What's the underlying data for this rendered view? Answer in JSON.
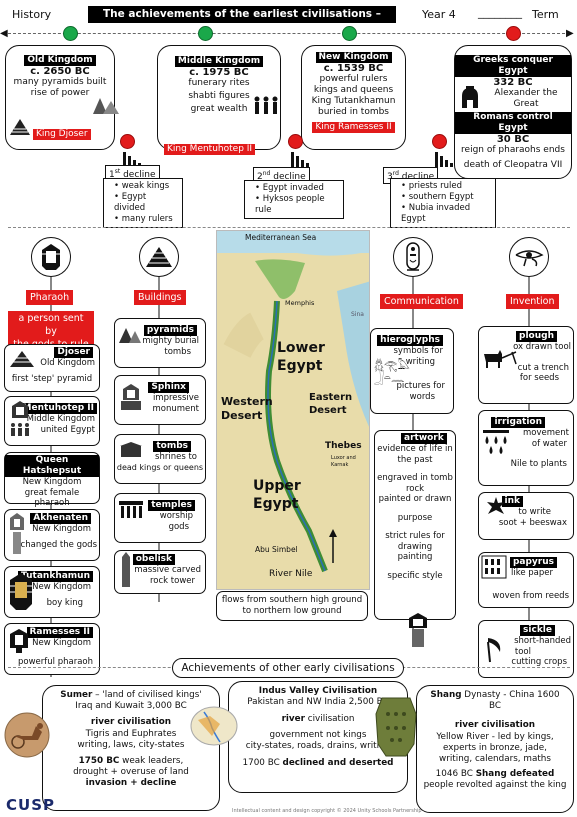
{
  "header": {
    "subject": "History",
    "title": "The achievements of the earliest civilisations – Egypt study",
    "year": "Year 4",
    "term_blank": "________",
    "term": "Term"
  },
  "timeline": {
    "old_kingdom": {
      "title": "Old Kingdom",
      "date": "c. 2650 BC",
      "lines": [
        "many pyramids built",
        "rise of power"
      ],
      "king": "King Djoser"
    },
    "middle_kingdom": {
      "title": "Middle Kingdom",
      "date": "c. 1975 BC",
      "lines": [
        "funerary rites",
        "shabti figures",
        "great wealth"
      ],
      "king": "King Mentuhotep II"
    },
    "new_kingdom": {
      "title": "New Kingdom",
      "date": "c. 1539 BC",
      "lines": [
        "powerful rulers",
        "kings and queens",
        "King Tutankhamun",
        "buried in tombs"
      ],
      "king": "King Ramesses II"
    },
    "greeks": {
      "title": "Greeks conquer Egypt",
      "date": "332 BC",
      "lines": [
        "Alexander the",
        "Great"
      ]
    },
    "romans": {
      "title": "Romans control Egypt",
      "date": "30 BC",
      "lines": [
        "reign of pharaohs ends",
        "death of Cleopatra VII"
      ]
    }
  },
  "declines": [
    {
      "num": "1",
      "sup": "st",
      "word": "decline",
      "items": [
        "weak kings",
        "Egypt divided",
        "many rulers"
      ]
    },
    {
      "num": "2",
      "sup": "nd",
      "word": "decline",
      "items": [
        "Egypt invaded",
        "Hyksos people rule"
      ]
    },
    {
      "num": "3",
      "sup": "rd",
      "word": "decline",
      "items": [
        "priests ruled",
        "southern Egypt",
        "Nubia invaded Egypt"
      ]
    }
  ],
  "pharaoh": {
    "heading": "Pharaoh",
    "intro": [
      "a person sent by",
      "the gods to rule"
    ],
    "items": [
      {
        "label": "Djoser",
        "lines": [
          "Old Kingdom",
          "first 'step' pyramid"
        ]
      },
      {
        "label": "Mentuhotep II",
        "lines": [
          "Middle Kingdom",
          "united Egypt"
        ]
      },
      {
        "label": "Queen Hatshepsut",
        "lines": [
          "New Kingdom",
          "great female",
          "pharaoh"
        ]
      },
      {
        "label": "Akhenaten",
        "lines": [
          "New Kingdom",
          "changed the gods"
        ]
      },
      {
        "label": "Tutankhamun",
        "lines": [
          "New Kingdom",
          "boy king"
        ]
      },
      {
        "label": "Ramesses II",
        "lines": [
          "New Kingdom",
          "powerful pharaoh"
        ]
      }
    ]
  },
  "buildings": {
    "heading": "Buildings",
    "items": [
      {
        "label": "pyramids",
        "lines": [
          "mighty burial",
          "tombs"
        ]
      },
      {
        "label": "Sphinx",
        "lines": [
          "impressive",
          "monument"
        ]
      },
      {
        "label": "tombs",
        "lines": [
          "shrines to",
          "dead kings or queens"
        ]
      },
      {
        "label": "temples",
        "lines": [
          "worship",
          "gods"
        ]
      },
      {
        "label": "obelisk",
        "lines": [
          "massive carved",
          "rock tower"
        ]
      }
    ]
  },
  "map": {
    "sea": "Mediterranean Sea",
    "memphis": "Memphis",
    "sinai": "Sina",
    "lower": [
      "Lower",
      "Egypt"
    ],
    "western": [
      "Western",
      "Desert"
    ],
    "eastern": [
      "Eastern",
      "Desert"
    ],
    "thebes": "Thebes",
    "luxor": [
      "Luxor and",
      "Karnak"
    ],
    "upper": [
      "Upper",
      "Egypt"
    ],
    "abu": "Abu Simbel",
    "nile": "River Nile",
    "caption": [
      "flows from southern high ground",
      "to northern low ground"
    ]
  },
  "communication": {
    "heading": "Communication",
    "hieroglyphs": {
      "label": "hieroglyphs",
      "lines": [
        "symbols for",
        "writing",
        "pictures for",
        "words"
      ]
    },
    "artwork": {
      "label": "artwork",
      "lines": [
        "evidence of life in",
        "the past",
        "engraved in tomb",
        "rock",
        "painted or drawn",
        "purpose",
        "strict rules for",
        "drawing",
        "painting",
        "specific style"
      ]
    }
  },
  "invention": {
    "heading": "Invention",
    "items": [
      {
        "label": "plough",
        "lines": [
          "ox drawn tool",
          "cut a trench",
          "for seeds"
        ]
      },
      {
        "label": "irrigation",
        "lines": [
          "movement",
          "of water",
          "Nile to plants"
        ]
      },
      {
        "label": "ink",
        "lines": [
          "to write",
          "soot + beeswax"
        ]
      },
      {
        "label": "papyrus",
        "lines": [
          "like paper",
          "woven from reeds"
        ]
      },
      {
        "label": "sickle",
        "lines": [
          "short-handed",
          "tool",
          "cutting crops"
        ]
      }
    ]
  },
  "other": {
    "heading": "Achievements of other early civilisations",
    "sumer": {
      "name": "Sumer",
      "tag": " – 'land of civilised kings'",
      "loc": "Iraq and Kuwait 3,000 BC",
      "river": "river civilisation",
      "l1": "Tigris and Euphrates",
      "l2": "writing, laws, city-states",
      "d": "1750 BC",
      "d_rest": " weak leaders,",
      "l3": "drought + overuse of land",
      "l4": "invasion + decline"
    },
    "indus": {
      "name": "Indus Valley Civilisation",
      "loc": "Pakistan and NW India 2,500 BC",
      "river": "river",
      "river2": " civilisation",
      "l1": "government not kings",
      "l2": "city-states, roads, drains, writing",
      "d": "1700 BC",
      "d_rest": "declined and deserted"
    },
    "shang": {
      "name": "Shang",
      "tag": " Dynasty - China 1600",
      "tag2": "BC",
      "river": "river civilisation",
      "l1": "Yellow River - led by kings,",
      "l2": "experts in bronze, jade,",
      "l3": "writing, calendars, maths",
      "d": "1046 BC",
      "d_rest": "Shang defeated",
      "l4": "people revolted against the king"
    }
  },
  "footer": {
    "logo": "CUSP",
    "copyright": "Intellectual content and design copyright © 2024 Unity Schools Partnership"
  },
  "colors": {
    "red": "#e21b1b",
    "green": "#1aa84a",
    "black": "#000000"
  },
  "icons": [
    "pyramid-icon",
    "shabti-icon",
    "roman-helmet-icon",
    "decline-chart-icon",
    "pharaoh-head-icon",
    "pyramid-icon",
    "cartouche-icon",
    "eye-of-horus-icon",
    "plough-icon",
    "irrigation-icon",
    "ink-icon",
    "papyrus-icon",
    "sickle-icon"
  ]
}
